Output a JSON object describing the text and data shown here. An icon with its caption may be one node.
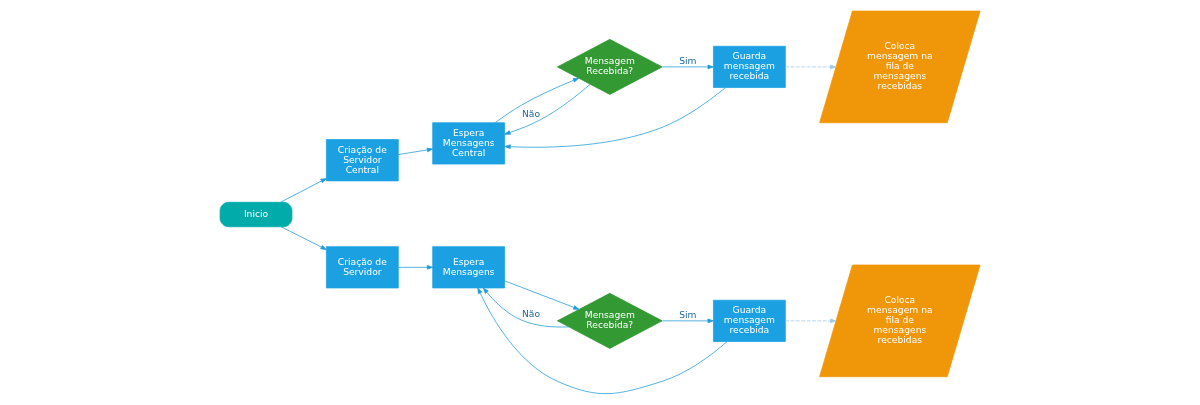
{
  "diagram": {
    "nodes": [
      {
        "text": [
          "Inicio"
        ]
      },
      {
        "text": [
          "Criação de Servidor Central"
        ]
      },
      {
        "text": [
          "Espera Mensagens Central"
        ]
      },
      {
        "text": [
          "Mensagem Recebida?"
        ]
      },
      {
        "text": [
          "Guarda mensagem recebida"
        ]
      },
      {
        "text": [
          "Coloca mensagem na fila de mensagens recebidas"
        ]
      },
      {
        "text": [
          "Criação de Servidor"
        ]
      },
      {
        "text": [
          "Espera Mensagens"
        ]
      },
      {
        "text": [
          "Mensagem Recebida?"
        ]
      },
      {
        "text": [
          "Guarda mensagem recebida"
        ]
      },
      {
        "text": [
          "Coloca mensagem na fila de mensagens recebidas"
        ]
      }
    ],
    "edges": [
      {
        "from": 0,
        "to": 1,
        "arrow": "to"
      },
      {
        "from": 1,
        "to": 2,
        "arrow": "to"
      },
      {
        "from": 2,
        "to": 3,
        "arrow": "to"
      },
      {
        "from": 3,
        "to": 4,
        "arrow": "to",
        "label": "Sim"
      },
      {
        "from": 3,
        "to": 2,
        "arrow": "to",
        "label": "Não"
      },
      {
        "from": 4,
        "to": 2,
        "arrow": "to"
      },
      {
        "from": 4,
        "to": 5,
        "arrow": "to",
        "style": "dashed",
        "color": "#9dc8ea"
      },
      {
        "from": 0,
        "to": 6,
        "arrow": "to"
      },
      {
        "from": 6,
        "to": 7,
        "arrow": "to"
      },
      {
        "from": 7,
        "to": 8,
        "arrow": "to"
      },
      {
        "from": 8,
        "to": 9,
        "arrow": "to",
        "label": "Sim"
      },
      {
        "from": 8,
        "to": 7,
        "arrow": "to",
        "label": "Não"
      },
      {
        "from": 9,
        "to": 7,
        "arrow": "to"
      },
      {
        "from": 9,
        "to": 10,
        "arrow": "to",
        "style": "dashed",
        "color": "#9dc8ea"
      }
    ]
  }
}
